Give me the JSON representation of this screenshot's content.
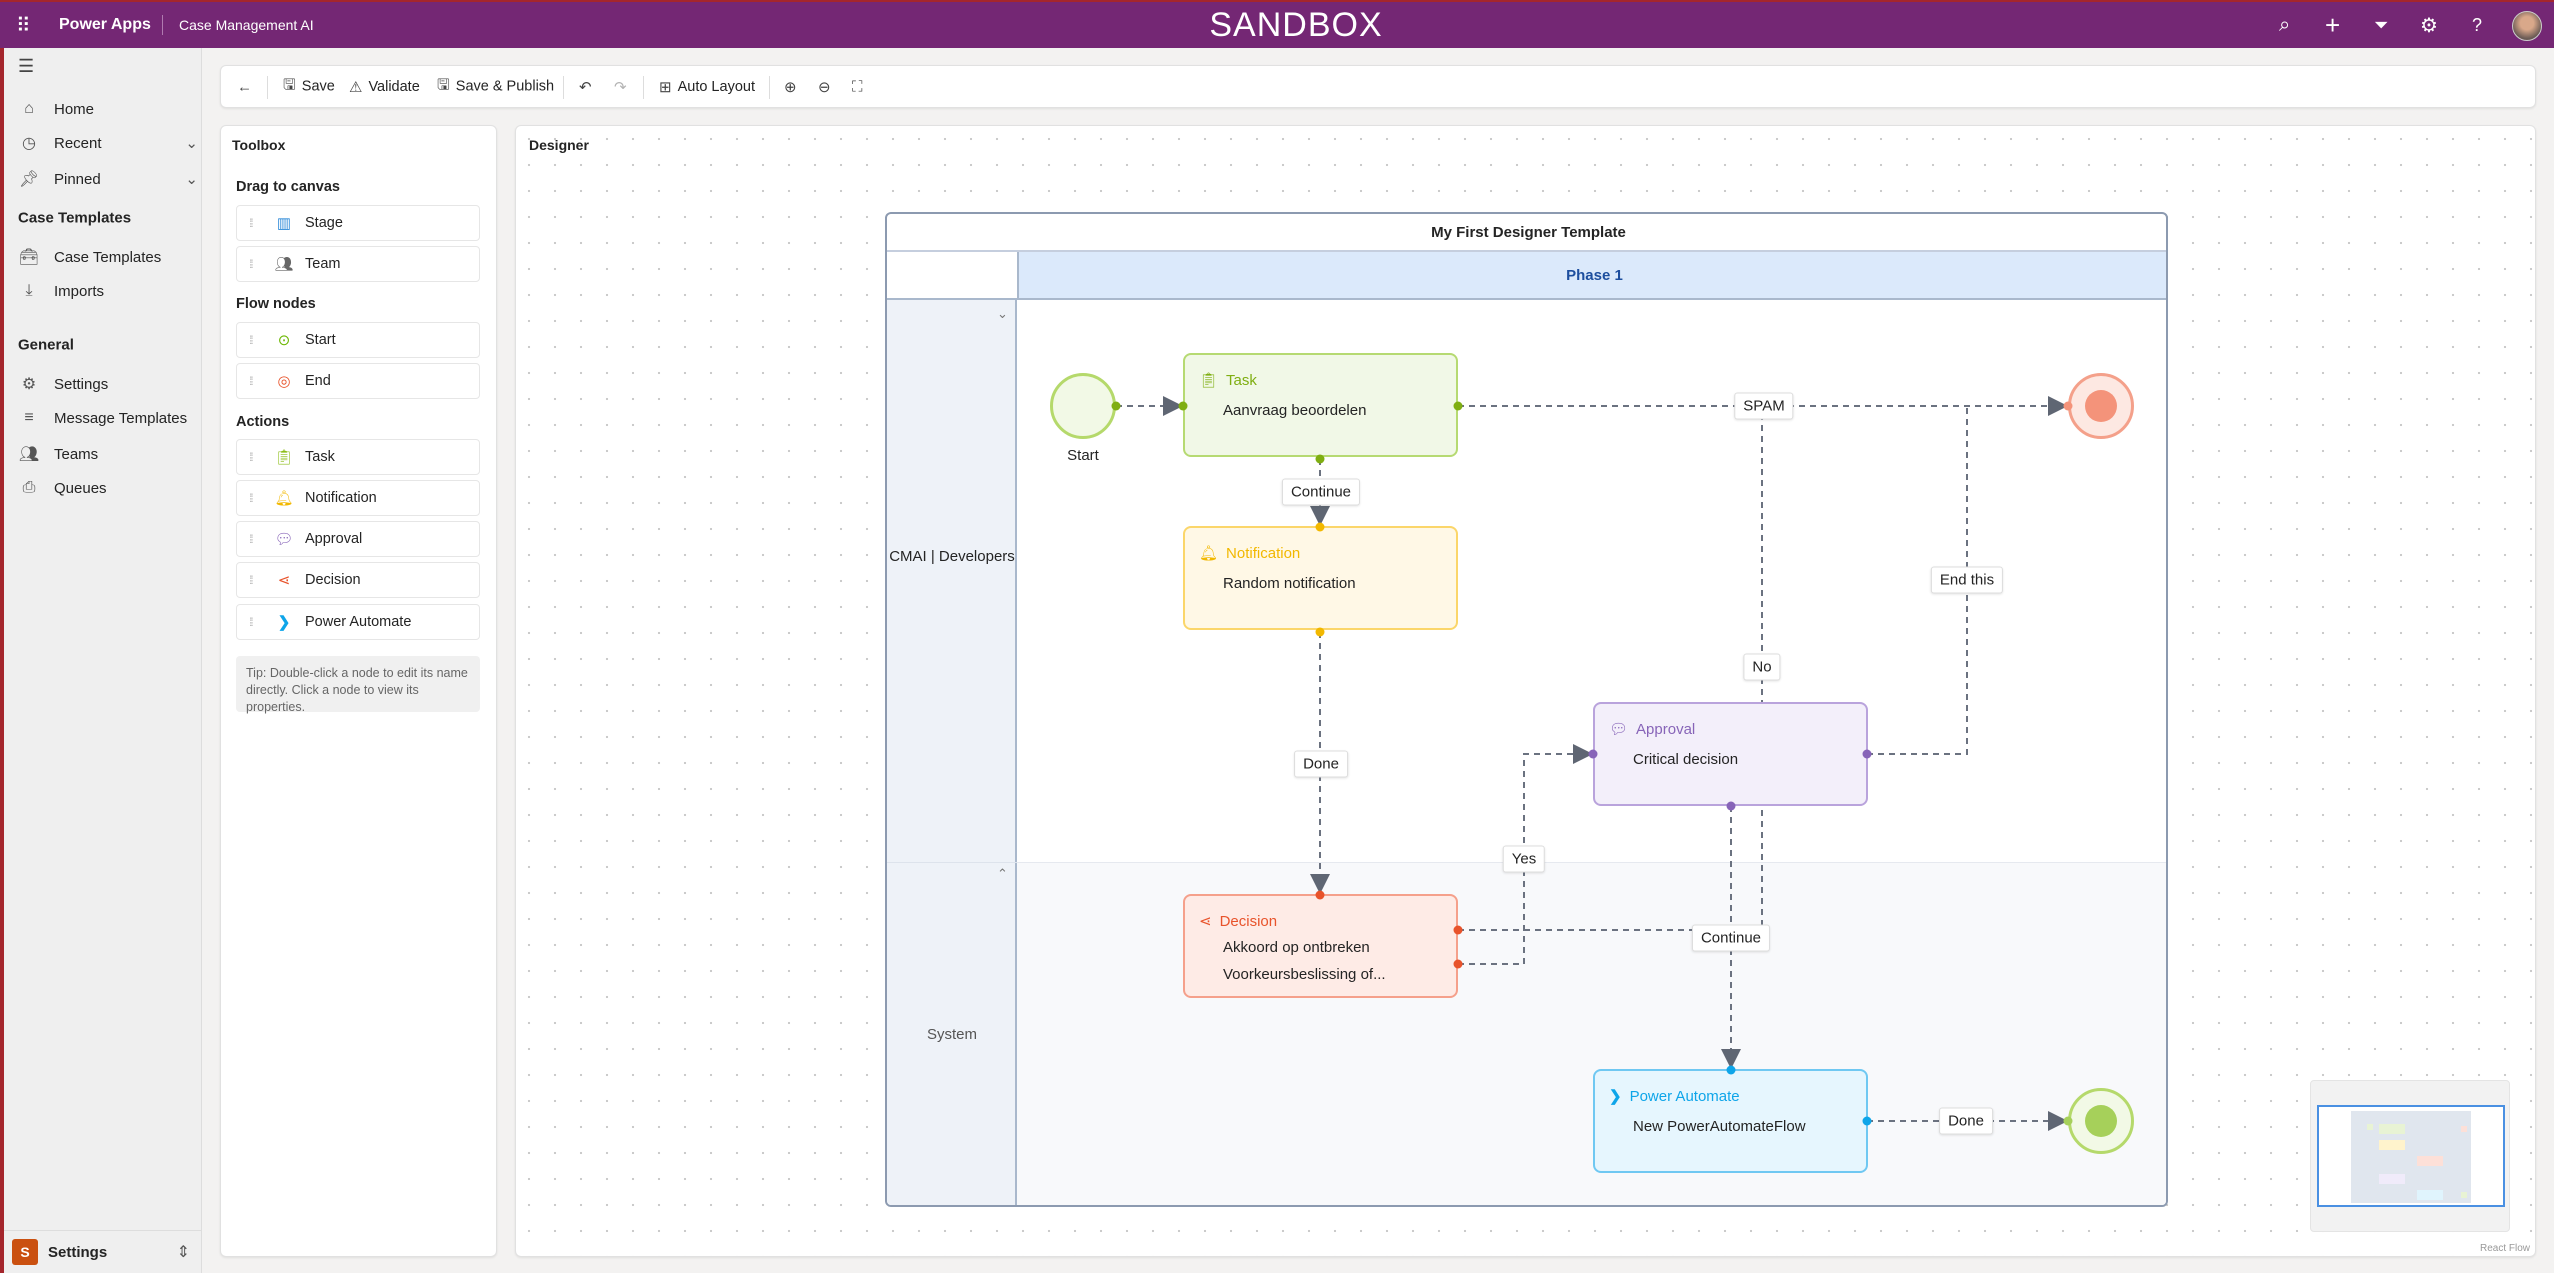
{
  "topbar": {
    "app_name": "Power Apps",
    "environment": "Case Management AI",
    "banner": "SANDBOX",
    "color": "#742774",
    "icons": [
      "waffle-icon",
      "search-icon",
      "add-icon",
      "filter-icon",
      "settings-icon",
      "help-icon",
      "avatar"
    ]
  },
  "nav": {
    "home": "Home",
    "recent": "Recent",
    "pinned": "Pinned",
    "section_case": "Case Templates",
    "case_templates": "Case Templates",
    "imports": "Imports",
    "section_general": "General",
    "settings": "Settings",
    "message_templates": "Message Templates",
    "teams": "Teams",
    "queues": "Queues",
    "area_badge": "S",
    "area_label": "Settings"
  },
  "toolbar": {
    "save": "Save",
    "validate": "Validate",
    "save_publish": "Save & Publish",
    "auto_layout": "Auto Layout"
  },
  "toolbox": {
    "title": "Toolbox",
    "drag_heading": "Drag to canvas",
    "stage": "Stage",
    "team": "Team",
    "flow_heading": "Flow nodes",
    "start": "Start",
    "end": "End",
    "actions_heading": "Actions",
    "task": "Task",
    "notification": "Notification",
    "approval": "Approval",
    "decision": "Decision",
    "power_automate": "Power Automate",
    "tip": "Tip: Double-click a node to edit its name directly. Click a node to view its properties."
  },
  "designer": {
    "title": "Designer",
    "template_title": "My First Designer Template",
    "phase": "Phase 1",
    "lanes": [
      "CMAI | Developers",
      "System"
    ],
    "start_label": "Start",
    "nodes": {
      "task": {
        "type": "Task",
        "name": "Aanvraag beoordelen",
        "color": "#8cbd18"
      },
      "notification": {
        "type": "Notification",
        "name": "Random notification",
        "color": "#f2b800"
      },
      "approval": {
        "type": "Approval",
        "name": "Critical decision",
        "color": "#8764b8"
      },
      "decision": {
        "type": "Decision",
        "line1": "Akkoord op ontbreken",
        "line2": "Voorkeursbeslissing of...",
        "color": "#e8532b"
      },
      "power_automate": {
        "type": "Power Automate",
        "name": "New PowerAutomateFlow",
        "color": "#0ea5e9"
      }
    },
    "edges": {
      "spam": "SPAM",
      "continue1": "Continue",
      "done1": "Done",
      "no": "No",
      "end_this": "End this",
      "yes": "Yes",
      "continue2": "Continue",
      "done2": "Done"
    },
    "attribution": "React Flow"
  }
}
